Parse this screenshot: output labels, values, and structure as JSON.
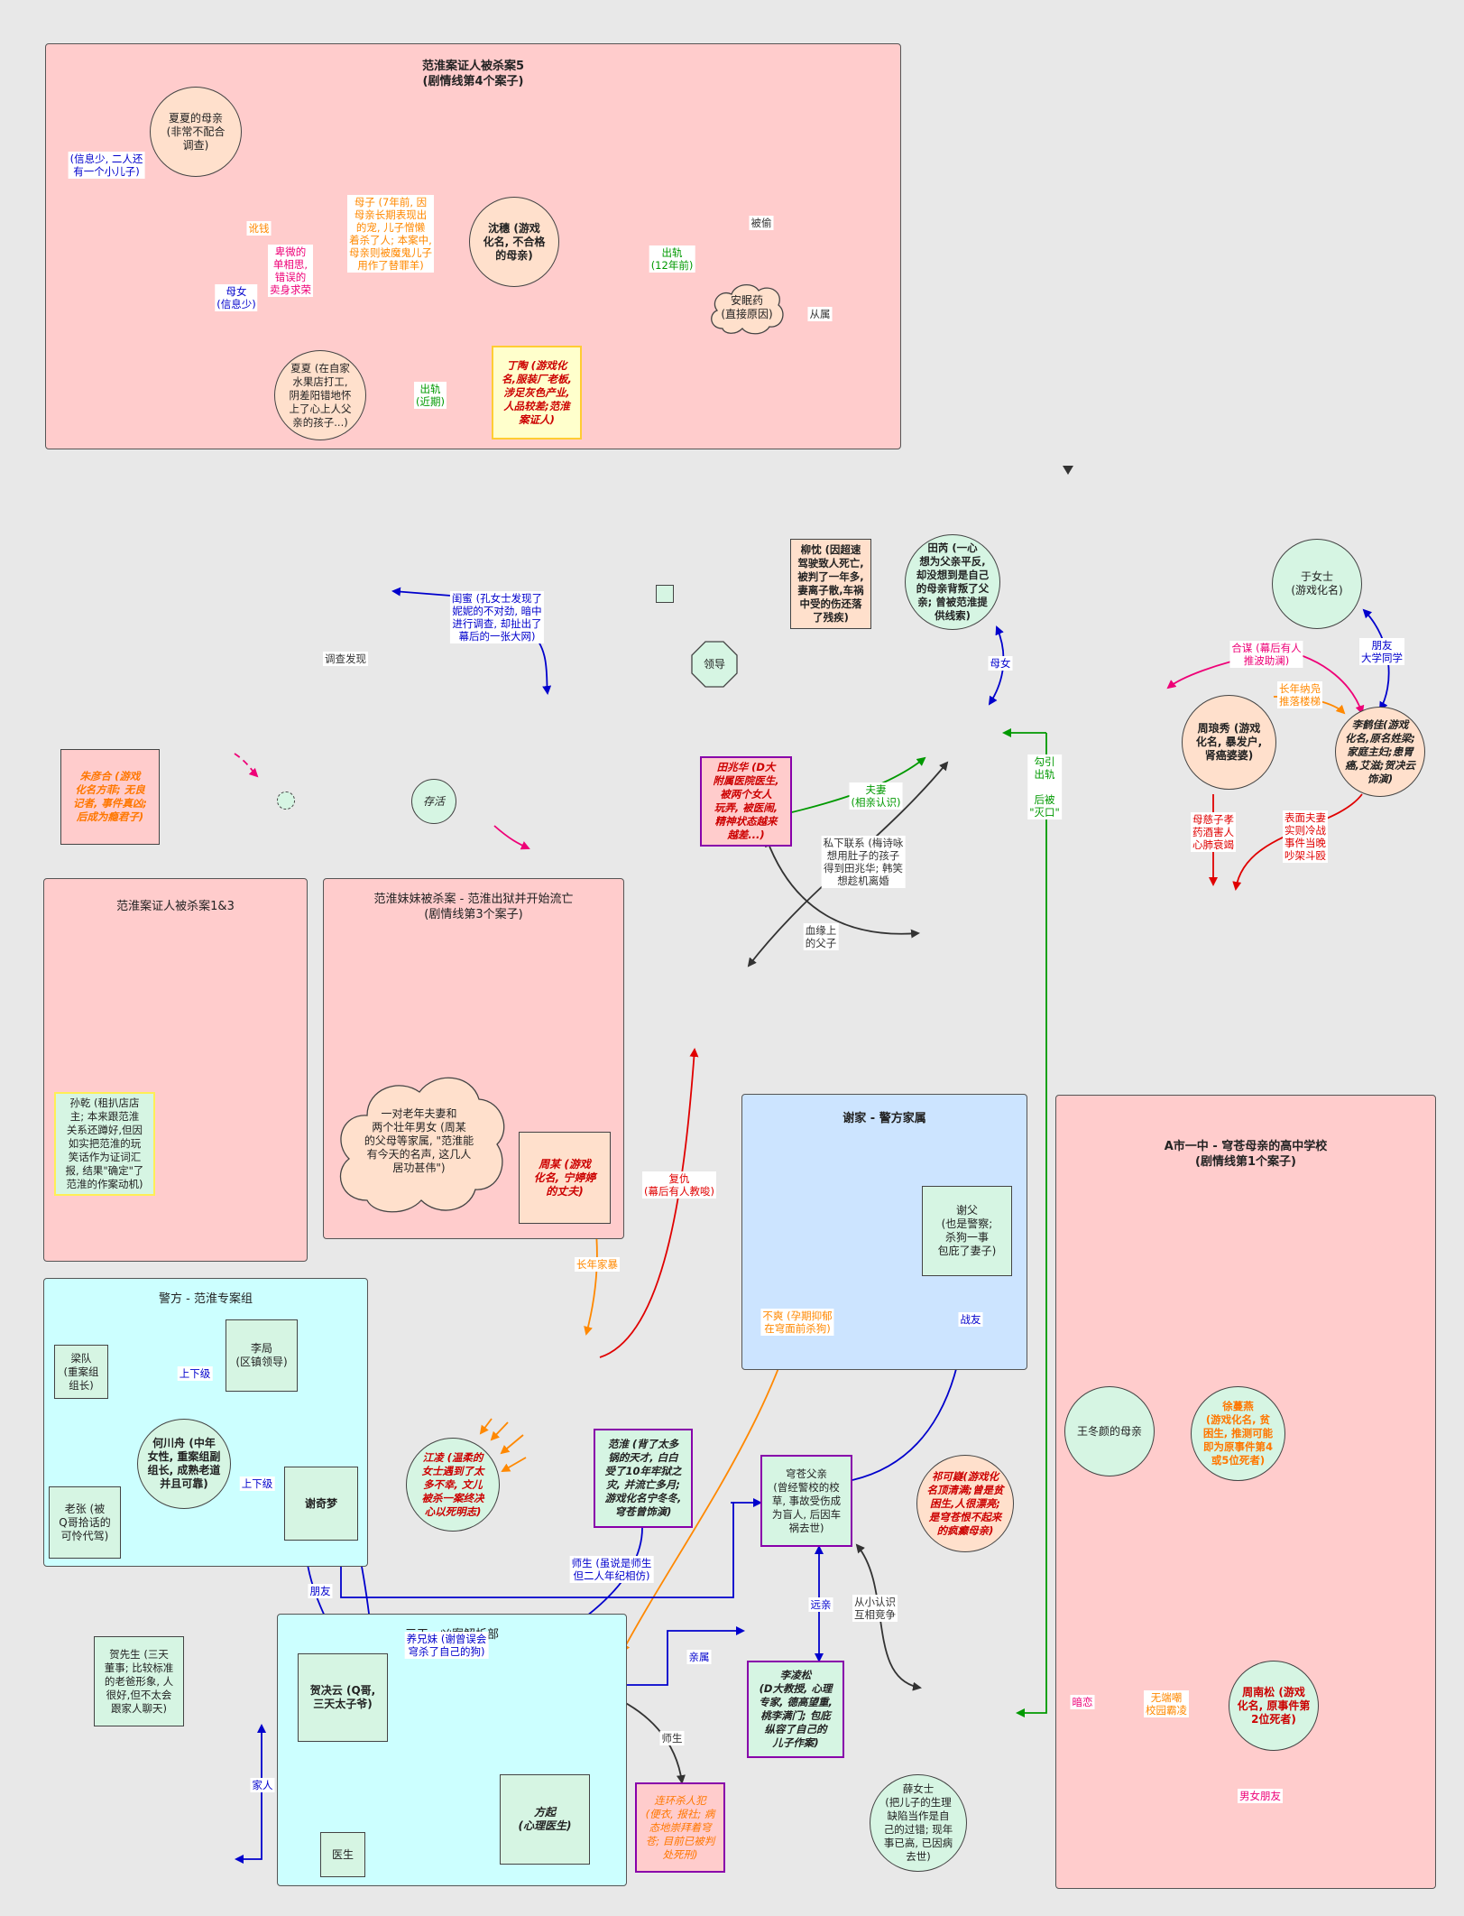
{
  "colors": {
    "pink_group": "#ffcccc",
    "blue_group": "#cce4ff",
    "cyan_group": "#ccffff",
    "green_node": "#d6f5e3",
    "peach_node": "#ffe0cc",
    "black": "#333333",
    "blue": "#0000cc",
    "orange": "#ff8800",
    "green": "#009900",
    "red": "#e00000",
    "magenta": "#ee0077"
  },
  "groups": {
    "case5": "范淮案证人被杀案5\n(剧情线第4个案子)",
    "case13": "范淮案证人被杀案1&3",
    "sister": "范淮妹妹被杀案 - 范淮出狱并开始流亡\n(剧情线第3个案子)",
    "xie": "谢家 - 警方家属",
    "police": "警方 - 范淮专案组",
    "school": "A市一中 - 穹苍母亲的高中学校\n(剧情线第1个案子)",
    "santian": "三天 - 凶案解析部"
  },
  "nodes": {
    "xiaxia_mother": "夏夏的母亲\n(非常不配合\n调查)",
    "shenhui": "沈穗 (游戏\n化名, 不合格\n的母亲)",
    "xiaxia": "夏夏 (在自家\n水果店打工,\n阴差阳错地怀\n上了心上人父\n亲的孩子...)",
    "dingtao": "丁陶 (游戏化\n名,服装厂老板,\n涉足灰色产业,\n人品较差;范淮\n案证人)",
    "anmianyao": "安眠药\n(直接原因)",
    "liuzhong": "柳忱 (因超速\n驾驶致人死亡,\n被判了一年多,\n妻离子散,车祸\n中受的伤还落\n了残疾)",
    "tianrui": "田芮 (一心\n想为父亲平反,\n却没想到是自己\n的母亲背叛了父\n亲; 曾被范淮提\n供线索)",
    "yunvshi": "于女士\n(游戏化名)",
    "lingdao": "领导",
    "zhuliange": "朱彦合 (游戏\n化名方菲; 无良\n记者, 事件真凶;\n后成为瘾君子)",
    "cunhuo": "存活",
    "tianzhaohua": "田兆华 (D大\n附属医院医生,\n被两个女人\n玩弄, 被医闹,\n精神状态越来\n越差...)",
    "zhoulangxiu": "周琅秀 (游戏\n化名, 暴发户,\n肾癌婆婆)",
    "lijinjia": "李鹤佳(游戏\n化名,原名姓梁;\n家庭主妇;患胃\n癌,艾滋;贺决云\n饰演)",
    "sunqian": "孙乾 (租扒店店\n主; 本来跟范淮\n关系还蹲好,但因\n如实把范淮的玩\n笑话作为证词汇\n报, 结果\"确定\"了\n范淮的作案动机)",
    "old_couple": "一对老年夫妻和\n两个壮年男女 (周某\n的父母等家属, \"范淮能\n有今天的名声, 这几人\n居功甚伟\")",
    "zhoumou": "周某 (游戏\n化名, 宁婷婷\n的丈夫)",
    "xiefu": "谢父\n(也是警察;\n杀狗一事\n包庇了妻子)",
    "liangdui": "梁队\n(重案组\n组长)",
    "liju": "李局\n(区镇领导)",
    "hechuanzhou": "何川舟 (中年\n女性, 重案组副\n组长, 成熟老道\n并且可靠)",
    "laozhang": "老张 (被\nQ哥拾话的\n可怜代驾)",
    "xieqimeng": "谢奇梦",
    "jiangling": "江凌 (温柔的\n女士遇到了太\n多不幸, 文儿\n被杀一案终决\n心以死明志)",
    "fanhuai": "范淮 (背了太多\n锅的天才, 白白\n受了10年牢狱之\n灾, 并流亡多月;\n游戏化名宁冬冬,\n穹苍曾饰演)",
    "qiongcang_father": "穹苍父亲\n(曾经警校的校\n草, 事故受伤成\n为盲人, 后因车\n祸去世)",
    "qikeyi": "祁可嶷(游戏化\n名顶清满;曾是贫\n困生,人很漂亮;\n是穹苍恨不起来\n的疯癫母亲)",
    "wangdongyan_mother": "王冬颜的母亲",
    "xumanyan": "徐蔓燕\n(游戏化名, 贫\n困生, 推测可能\n即为原事件第4\n或5位死者)",
    "hexiansheng": "贺先生 (三天\n董事; 比较标准\n的老爸形象, 人\n很好,但不太会\n跟家人聊天)",
    "hejueyun": "贺决云 (Q哥,\n三天太子爷)",
    "lilingsong": "李凌松\n(D大教授, 心理\n专家, 德高望重,\n桃李满门; 包庇\n纵容了自己的\n儿子作案)",
    "fangqi": "方起\n(心理医生)",
    "yisheng": "医生",
    "serial_killer": "连环杀人犯\n(便衣, 报社; 病\n态地崇拜着穹\n苍; 目前已被判\n处死刑)",
    "xuenvshi": "薛女士\n(把儿子的生理\n缺陷当作是自\n己的过错; 现年\n事已高, 已因病\n去世)",
    "zhounansong": "周南松 (游戏\n化名, 原事件第\n2位死者)"
  },
  "edges": {
    "info_little": "(信息少, 二人还\n有一个小儿子)",
    "elianqian": "讹钱",
    "muyu_xinxishao": "母女\n(信息少)",
    "beiwei": "卑微的\n单相思,\n错误的\n卖身求荣",
    "muzi": "母子 (7年前, 因\n母亲长期表现出\n的宠,  儿子憎懒\n着杀了人; 本案中,\n母亲则被魔鬼儿子\n用作了替罪羊)",
    "chugui_12": "出轨\n(12年前)",
    "beitou": "被偷",
    "chugui_recent": "出轨\n(近期)",
    "congshu": "从属",
    "guimi": "闺蜜 (孔女士发现了\n妮妮的不对劲, 暗中\n进行调查, 却扯出了\n幕后的一张大网)",
    "diaocha": "调查发现",
    "munv": "母女",
    "gouyin": "勾引\n出轨\n\n后被\n\"灭口\"",
    "hemou": "合谋 (幕后有人\n推波助澜)",
    "pengyou_daxue": "朋友\n大学同学",
    "changnian": "长年纳凫\n推落楼梯",
    "fuqi": "夫妻\n(相亲认识)",
    "sixia": "私下联系 (梅诗咏\n想用肚子的孩子\n得到田兆华; 韩笑\n想趁机离婚",
    "muci": "母慈子孝\n药酒害人\n心肺衰竭",
    "biaomian": "表面夫妻\n实则冷战\n事件当晚\n吵架斗殴",
    "xueyuan": "血缘上\n的父子",
    "fuchou": "复仇\n(幕后有人教唆)",
    "changnian_jiabao": "长年家暴",
    "bushuang": "不爽 (孕期抑郁\n在穹面前杀狗)",
    "zhanyou": "战友",
    "shangxiaji1": "上下级",
    "shangxiaji2": "上下级",
    "shisheng_fh": "师生 (虽说是师生\n但二人年纪相仿)",
    "pengyou": "朋友",
    "yuanqin": "远亲",
    "congxiao": "从小认识\n互相竞争",
    "yangxiongmei": "养兄妹 (谢曾误会\n穹杀了自己的狗)",
    "qinshu": "亲属",
    "shisheng": "师生",
    "jiaren": "家人",
    "anlian": "暗恋",
    "wuduanchao": "无端嘲\n校园霸凌",
    "nanvpengyou": "男女朋友"
  }
}
